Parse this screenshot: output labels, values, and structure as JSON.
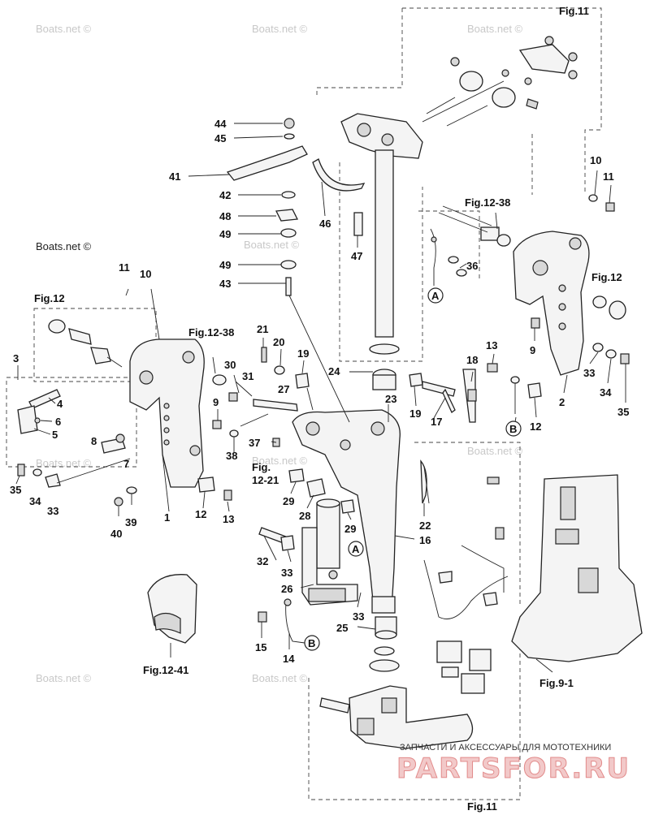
{
  "watermarks": [
    "Boats.net ©",
    "Boats.net ©",
    "Boats.net ©",
    "Boats.net ©",
    "Boats.net ©",
    "Boats.net ©",
    "Boats.net ©",
    "Boats.net ©",
    "Boats.net ©",
    "Boats.net ©"
  ],
  "figure_refs": {
    "fig11_top": "Fig.11",
    "fig11_bottom": "Fig.11",
    "fig12_left": "Fig.12",
    "fig12_right": "Fig.12",
    "fig12_38_left": "Fig.12-38",
    "fig12_38_right": "Fig.12-38",
    "fig12_21_a": "Fig.",
    "fig12_21_b": "12-21",
    "fig12_41": "Fig.12-41",
    "fig9_1": "Fig.9-1"
  },
  "part_labels": {
    "p44": "44",
    "p45": "45",
    "p41": "41",
    "p42": "42",
    "p48": "48",
    "p49a": "49",
    "p49b": "49",
    "p43": "43",
    "p46": "46",
    "p47": "47",
    "p11a": "11",
    "p10a": "10",
    "p3": "3",
    "p4": "4",
    "p6": "6",
    "p5": "5",
    "p8": "8",
    "p7": "7",
    "p35a": "35",
    "p34a": "34",
    "p33a": "33",
    "p1": "1",
    "p39": "39",
    "p40": "40",
    "p12a": "12",
    "p13a": "13",
    "p21": "21",
    "p20": "20",
    "p19a": "19",
    "p30": "30",
    "p9a": "9",
    "p31": "31",
    "p27": "27",
    "p38": "38",
    "p37": "37",
    "p24": "24",
    "p23": "23",
    "p19b": "19",
    "p17": "17",
    "p18": "18",
    "p12b": "12",
    "p13b": "13",
    "p29a": "29",
    "p29b": "29",
    "p28": "28",
    "p22": "22",
    "p16": "16",
    "p32": "32",
    "p33b": "33",
    "p26": "26",
    "p33c": "33",
    "p25": "25",
    "p15": "15",
    "p14": "14",
    "p10b": "10",
    "p11b": "11",
    "p36": "36",
    "p9b": "9",
    "p2": "2",
    "p33d": "33",
    "p34b": "34",
    "p35b": "35"
  },
  "connectors": {
    "a1": "A",
    "a2": "A",
    "b1": "B",
    "b2": "B"
  },
  "branding": {
    "subtitle": "ЗАПЧАСТИ И АКСЕССУАРЫ ДЛЯ МОТОТЕХНИКИ",
    "logo": "PARTSFOR.RU"
  }
}
